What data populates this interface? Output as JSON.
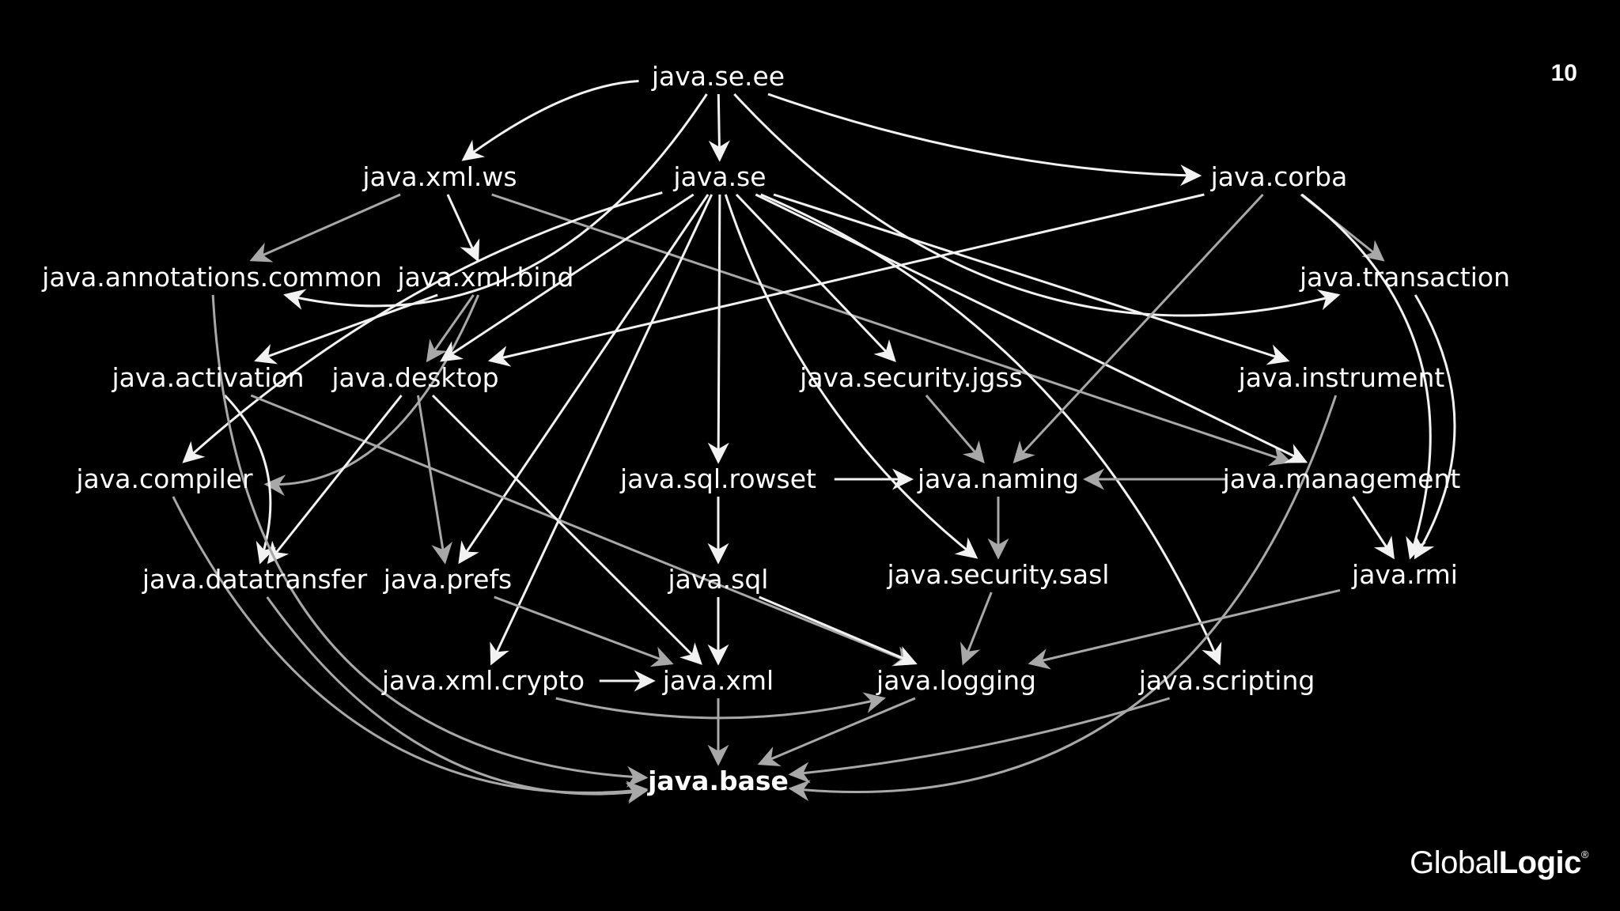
{
  "slide_number": "10",
  "logo": {
    "light": "Global",
    "heavy": "Logic",
    "mark": "®"
  },
  "colors": {
    "background": "#000000",
    "text": "#ffffff",
    "edge_strong": "#f2f2f2",
    "edge_soft": "#a8a8a8"
  },
  "nodes": [
    {
      "id": "java.se.ee",
      "label": "java.se.ee"
    },
    {
      "id": "java.xml.ws",
      "label": "java.xml.ws"
    },
    {
      "id": "java.se",
      "label": "java.se"
    },
    {
      "id": "java.corba",
      "label": "java.corba"
    },
    {
      "id": "java.annotations.common",
      "label": "java.annotations.common"
    },
    {
      "id": "java.xml.bind",
      "label": "java.xml.bind"
    },
    {
      "id": "java.transaction",
      "label": "java.transaction"
    },
    {
      "id": "java.activation",
      "label": "java.activation"
    },
    {
      "id": "java.desktop",
      "label": "java.desktop"
    },
    {
      "id": "java.security.jgss",
      "label": "java.security.jgss"
    },
    {
      "id": "java.instrument",
      "label": "java.instrument"
    },
    {
      "id": "java.compiler",
      "label": "java.compiler"
    },
    {
      "id": "java.sql.rowset",
      "label": "java.sql.rowset"
    },
    {
      "id": "java.naming",
      "label": "java.naming"
    },
    {
      "id": "java.management",
      "label": "java.management"
    },
    {
      "id": "java.datatransfer",
      "label": "java.datatransfer"
    },
    {
      "id": "java.prefs",
      "label": "java.prefs"
    },
    {
      "id": "java.sql",
      "label": "java.sql"
    },
    {
      "id": "java.security.sasl",
      "label": "java.security.sasl"
    },
    {
      "id": "java.rmi",
      "label": "java.rmi"
    },
    {
      "id": "java.xml.crypto",
      "label": "java.xml.crypto"
    },
    {
      "id": "java.xml",
      "label": "java.xml"
    },
    {
      "id": "java.logging",
      "label": "java.logging"
    },
    {
      "id": "java.scripting",
      "label": "java.scripting"
    },
    {
      "id": "java.base",
      "label": "java.base",
      "bold": true
    }
  ],
  "edges": [
    {
      "from": "java.se.ee",
      "to": "java.se",
      "style": "strong"
    },
    {
      "from": "java.se.ee",
      "to": "java.xml.ws",
      "style": "strong"
    },
    {
      "from": "java.se.ee",
      "to": "java.corba",
      "style": "strong"
    },
    {
      "from": "java.se.ee",
      "to": "java.annotations.common",
      "style": "strong"
    },
    {
      "from": "java.se.ee",
      "to": "java.transaction",
      "style": "strong"
    },
    {
      "from": "java.xml.ws",
      "to": "java.annotations.common",
      "style": "soft"
    },
    {
      "from": "java.xml.ws",
      "to": "java.xml.bind",
      "style": "strong"
    },
    {
      "from": "java.xml.ws",
      "to": "java.management",
      "style": "soft"
    },
    {
      "from": "java.xml.bind",
      "to": "java.activation",
      "style": "strong"
    },
    {
      "from": "java.xml.bind",
      "to": "java.desktop",
      "style": "soft"
    },
    {
      "from": "java.xml.bind",
      "to": "java.compiler",
      "style": "soft"
    },
    {
      "from": "java.se",
      "to": "java.desktop",
      "style": "strong"
    },
    {
      "from": "java.se",
      "to": "java.compiler",
      "style": "strong"
    },
    {
      "from": "java.se",
      "to": "java.prefs",
      "style": "strong"
    },
    {
      "from": "java.se",
      "to": "java.xml.crypto",
      "style": "strong"
    },
    {
      "from": "java.se",
      "to": "java.sql.rowset",
      "style": "strong"
    },
    {
      "from": "java.se",
      "to": "java.security.jgss",
      "style": "strong"
    },
    {
      "from": "java.se",
      "to": "java.security.sasl",
      "style": "strong"
    },
    {
      "from": "java.se",
      "to": "java.scripting",
      "style": "strong"
    },
    {
      "from": "java.se",
      "to": "java.management",
      "style": "strong"
    },
    {
      "from": "java.se",
      "to": "java.instrument",
      "style": "strong"
    },
    {
      "from": "java.corba",
      "to": "java.desktop",
      "style": "strong"
    },
    {
      "from": "java.corba",
      "to": "java.naming",
      "style": "soft"
    },
    {
      "from": "java.corba",
      "to": "java.transaction",
      "style": "soft"
    },
    {
      "from": "java.corba",
      "to": "java.rmi",
      "style": "strong"
    },
    {
      "from": "java.transaction",
      "to": "java.rmi",
      "style": "strong"
    },
    {
      "from": "java.activation",
      "to": "java.datatransfer",
      "style": "strong"
    },
    {
      "from": "java.activation",
      "to": "java.logging",
      "style": "soft"
    },
    {
      "from": "java.desktop",
      "to": "java.datatransfer",
      "style": "strong"
    },
    {
      "from": "java.desktop",
      "to": "java.prefs",
      "style": "soft"
    },
    {
      "from": "java.desktop",
      "to": "java.xml",
      "style": "strong"
    },
    {
      "from": "java.security.jgss",
      "to": "java.naming",
      "style": "soft"
    },
    {
      "from": "java.instrument",
      "to": "java.base",
      "style": "soft"
    },
    {
      "from": "java.sql.rowset",
      "to": "java.naming",
      "style": "strong"
    },
    {
      "from": "java.sql.rowset",
      "to": "java.sql",
      "style": "strong"
    },
    {
      "from": "java.management",
      "to": "java.naming",
      "style": "soft"
    },
    {
      "from": "java.management",
      "to": "java.rmi",
      "style": "strong"
    },
    {
      "from": "java.naming",
      "to": "java.security.sasl",
      "style": "soft"
    },
    {
      "from": "java.annotations.common",
      "to": "java.base",
      "style": "soft"
    },
    {
      "from": "java.compiler",
      "to": "java.base",
      "style": "soft"
    },
    {
      "from": "java.datatransfer",
      "to": "java.base",
      "style": "soft"
    },
    {
      "from": "java.prefs",
      "to": "java.xml",
      "style": "soft"
    },
    {
      "from": "java.sql",
      "to": "java.xml",
      "style": "strong"
    },
    {
      "from": "java.sql",
      "to": "java.logging",
      "style": "strong"
    },
    {
      "from": "java.security.sasl",
      "to": "java.logging",
      "style": "soft"
    },
    {
      "from": "java.rmi",
      "to": "java.logging",
      "style": "soft"
    },
    {
      "from": "java.xml.crypto",
      "to": "java.xml",
      "style": "strong"
    },
    {
      "from": "java.xml.crypto",
      "to": "java.logging",
      "style": "soft"
    },
    {
      "from": "java.xml",
      "to": "java.base",
      "style": "soft"
    },
    {
      "from": "java.logging",
      "to": "java.base",
      "style": "soft"
    },
    {
      "from": "java.scripting",
      "to": "java.base",
      "style": "soft"
    }
  ]
}
